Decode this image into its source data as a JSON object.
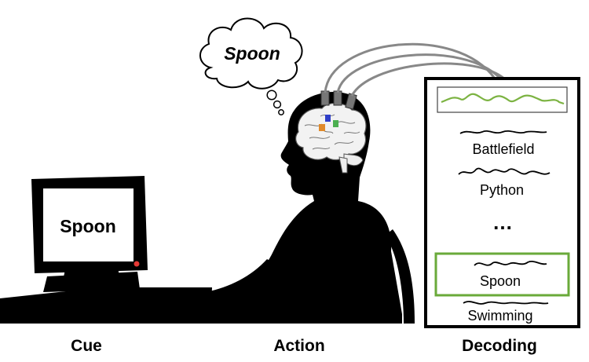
{
  "thought": {
    "word": "Spoon"
  },
  "monitor": {
    "word": "Spoon"
  },
  "decoding": {
    "candidates": [
      {
        "word": "Battlefield"
      },
      {
        "word": "Python"
      },
      {
        "word": "Spoon",
        "selected": true
      },
      {
        "word": "Swimming"
      }
    ],
    "ellipsis": "…",
    "signal_color": "#7cb342",
    "highlight_color": "#6aaa3a"
  },
  "electrode_colors": [
    "#2f3fc8",
    "#e08a2a",
    "#4caf50"
  ],
  "panels": {
    "cue": "Cue",
    "action": "Action",
    "decoding": "Decoding"
  }
}
